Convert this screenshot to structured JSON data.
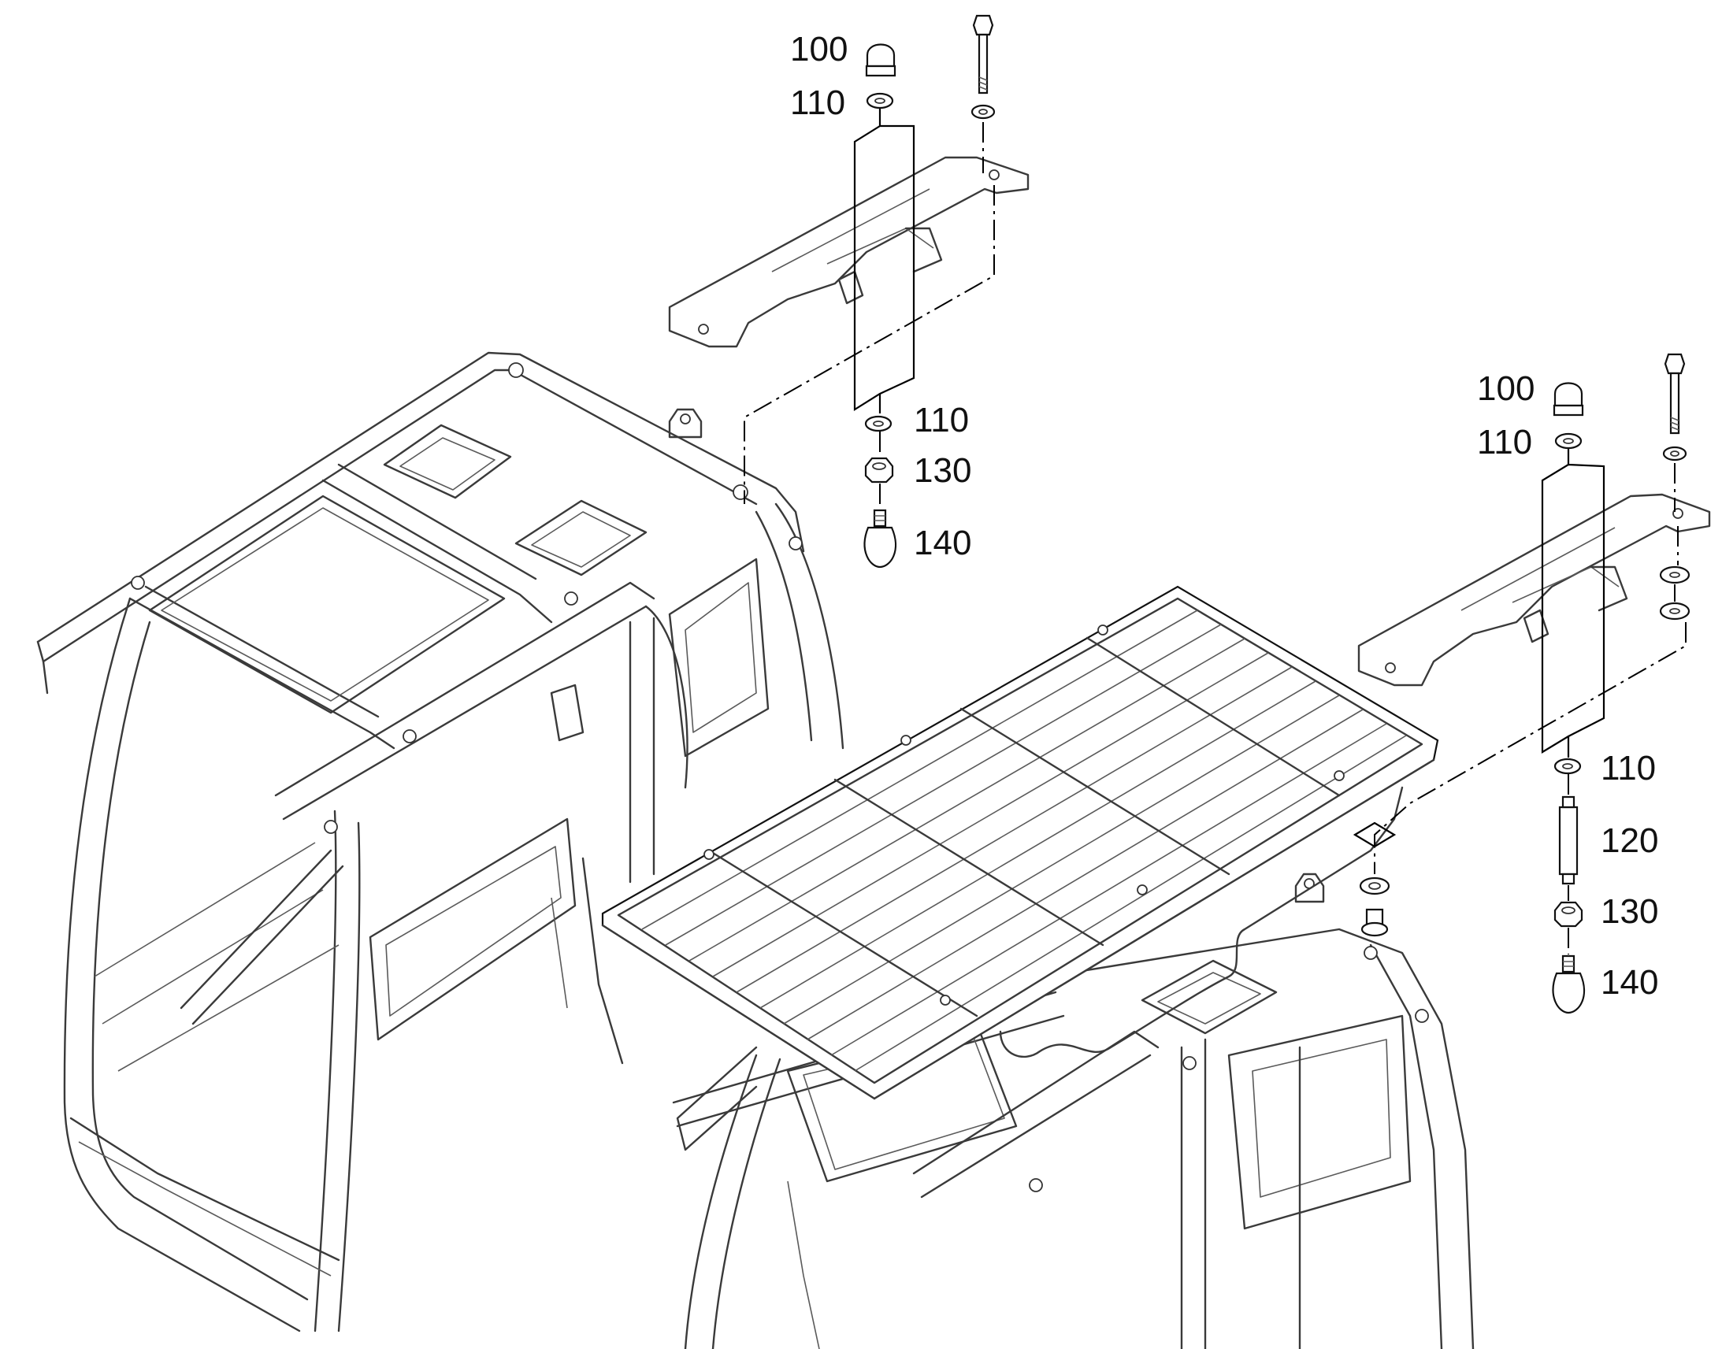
{
  "diagram": {
    "callouts_left": [
      "100",
      "110",
      "110",
      "130",
      "140"
    ],
    "callouts_right": [
      "100",
      "110",
      "110",
      "120",
      "130",
      "140"
    ]
  }
}
